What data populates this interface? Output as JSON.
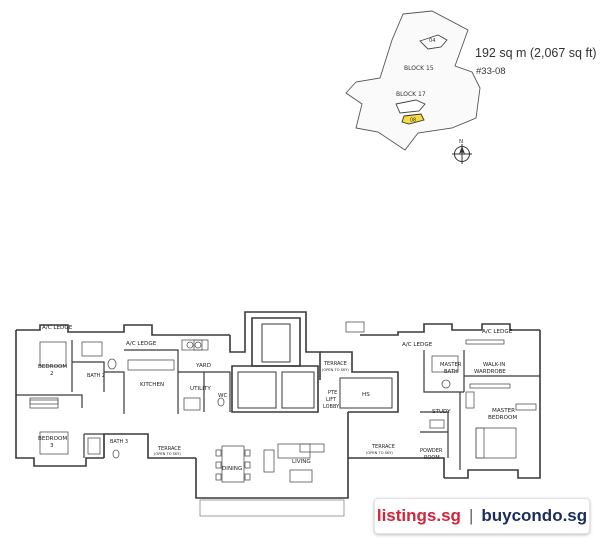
{
  "site_plan": {
    "block_a": "BLOCK 15",
    "block_a_unit": "04",
    "block_b": "BLOCK 17",
    "block_b_unit": "08",
    "compass": "N"
  },
  "unit_info": {
    "area": "192 sq m (2,067 sq ft)",
    "unit_no": "#33-08"
  },
  "rooms": {
    "ac_ledge": "A/C LEDGE",
    "bedroom2": "BEDROOM",
    "bedroom2_num": "2",
    "bath2": "BATH 2",
    "kitchen": "KITCHEN",
    "yard": "YARD",
    "utility": "UTILITY",
    "wc": "WC",
    "terrace": "TERRACE",
    "terrace_note": "(OPEN TO SKY)",
    "pte_lift_lobby_1": "PTE",
    "pte_lift_lobby_2": "LIFT",
    "pte_lift_lobby_3": "LOBBY",
    "hs": "HS",
    "master_bath_1": "MASTER",
    "master_bath_2": "BATH",
    "walk_in_1": "WALK-IN",
    "walk_in_2": "WARDROBE",
    "study": "STUDY",
    "master_bed_1": "MASTER",
    "master_bed_2": "BEDROOM",
    "bedroom3": "BEDROOM",
    "bedroom3_num": "3",
    "bath3": "BATH 3",
    "dining": "DINING",
    "living": "LIVING",
    "powder_1": "POWDER",
    "powder_2": "ROOM"
  },
  "brand": {
    "left": "listings.sg",
    "separator": "|",
    "right": "buycondo.sg",
    "accent_left": "#d3243a",
    "accent_right": "#1a2d5c"
  }
}
